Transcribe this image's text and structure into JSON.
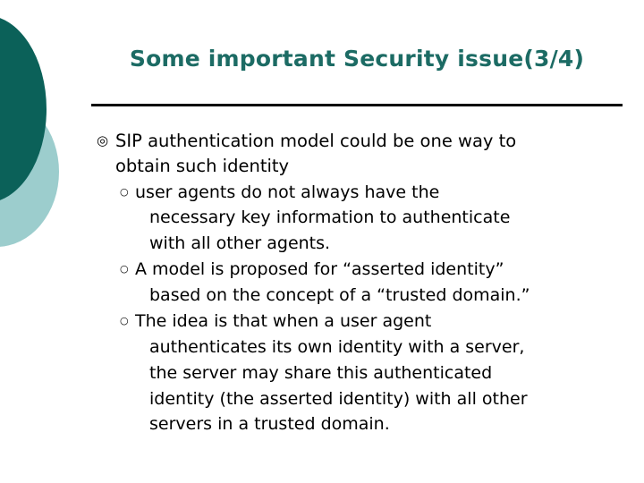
{
  "slide": {
    "title": "Some important Security issue(3/4)",
    "colors": {
      "title": "#1c6b64",
      "ellipse_dark": "#0b6159",
      "ellipse_light": "#9ccdcd",
      "divider": "#000000",
      "body_text": "#000000",
      "background": "#ffffff"
    },
    "markers": {
      "level1": "◎",
      "level2": "○"
    },
    "bullets": [
      {
        "level": 1,
        "marker": "◎",
        "lines": [
          "SIP authentication model could be one way to",
          "obtain such identity"
        ],
        "children": [
          {
            "level": 2,
            "marker": "○",
            "lines": [
              "user agents do not always have the",
              "necessary key information to authenticate",
              "with all other agents."
            ]
          },
          {
            "level": 2,
            "marker": "○",
            "lines": [
              "A model is proposed for “asserted identity”",
              "based on the concept of a “trusted domain.”"
            ]
          },
          {
            "level": 2,
            "marker": "○",
            "lines": [
              "The idea is that when a user agent",
              "authenticates its own identity with a server,",
              "the server may share this authenticated",
              "identity (the asserted identity) with all other",
              "servers in a trusted domain."
            ]
          }
        ]
      }
    ]
  }
}
